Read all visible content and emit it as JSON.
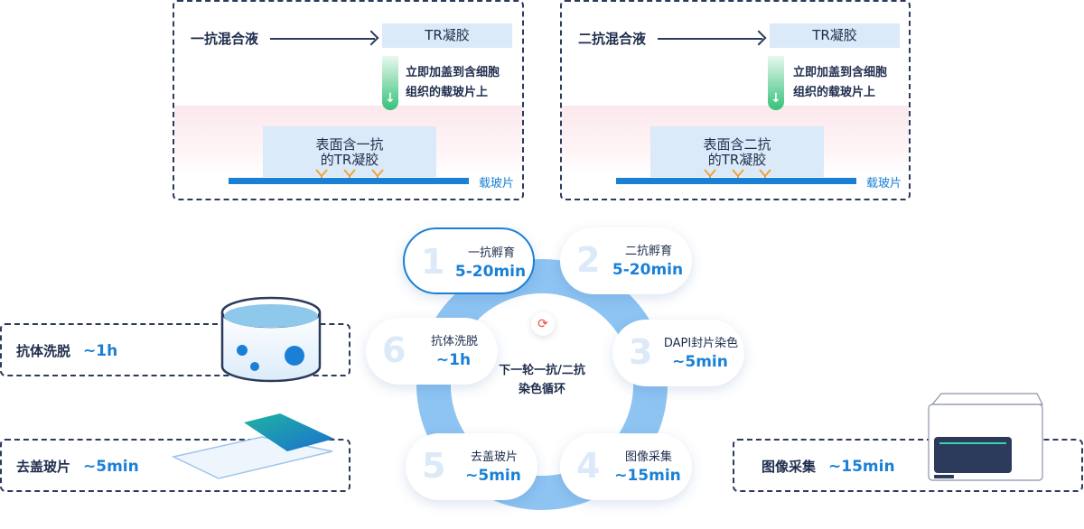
{
  "panels": [
    {
      "mix_label": "一抗混合液",
      "gel_label": "TR凝胶",
      "instruction_line1": "立即加盖到含细胞",
      "instruction_line2": "组织的载玻片上",
      "slide_gel_line1": "表面含一抗",
      "slide_gel_line2": "的TR凝胶",
      "slide_label": "载玻片"
    },
    {
      "mix_label": "二抗混合液",
      "gel_label": "TR凝胶",
      "instruction_line1": "立即加盖到含细胞",
      "instruction_line2": "组织的载玻片上",
      "slide_gel_line1": "表面含二抗",
      "slide_gel_line2": "的TR凝胶",
      "slide_label": "载玻片"
    }
  ],
  "steps": [
    {
      "num": "1",
      "name": "一抗孵育",
      "time": "5-20min",
      "active": true
    },
    {
      "num": "2",
      "name": "二抗孵育",
      "time": "5-20min",
      "active": false
    },
    {
      "num": "3",
      "name": "DAPI封片染色",
      "time": "~5min",
      "active": false
    },
    {
      "num": "4",
      "name": "图像采集",
      "time": "~15min",
      "active": false
    },
    {
      "num": "5",
      "name": "去盖玻片",
      "time": "~5min",
      "active": false
    },
    {
      "num": "6",
      "name": "抗体洗脱",
      "time": "~1h",
      "active": false
    }
  ],
  "center": {
    "line1": "下一轮一抗/二抗",
    "line2": "染色循环",
    "icon": "refresh-icon"
  },
  "side_items": {
    "elution": {
      "label": "抗体洗脱",
      "time": "~1h"
    },
    "coverslip": {
      "label": "去盖玻片",
      "time": "~5min"
    },
    "imaging": {
      "label": "图像采集",
      "time": "~15min"
    }
  },
  "colors": {
    "accent": "#1a80d6",
    "ring": "#8ec4f2",
    "text": "#1f2d4d",
    "drop_green": "#35c27a",
    "antibody": "#f0a23a",
    "refresh_icon": "#e64a3c"
  }
}
